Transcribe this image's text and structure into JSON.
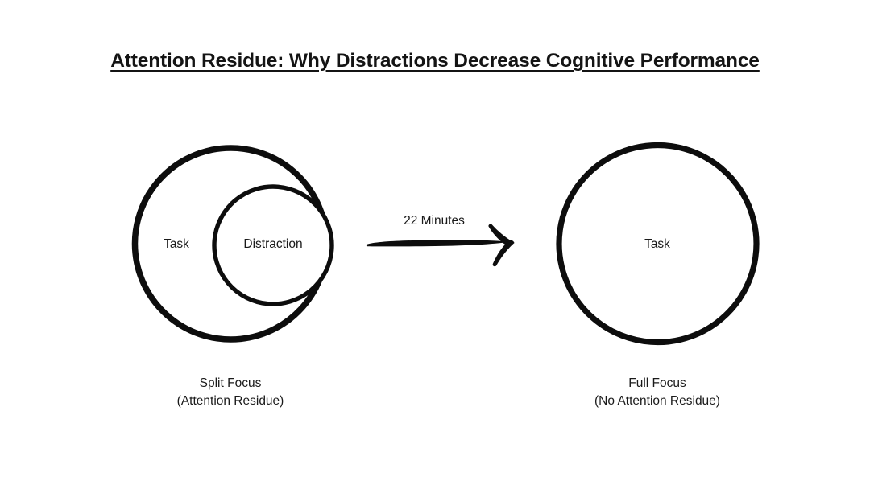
{
  "slide": {
    "background_color": "#ffffff",
    "ink_color": "#0d0d0d",
    "title": "Attention Residue: Why Distractions Decrease Cognitive Performance"
  },
  "diagram": {
    "type": "concept-diagram",
    "left_group": {
      "outer_circle_label": "Task",
      "inner_circle_label": "Distraction",
      "caption_line1": "Split Focus",
      "caption_line2": "(Attention Residue)"
    },
    "transition": {
      "arrow_label": "22 Minutes",
      "arrow_direction": "right"
    },
    "right_group": {
      "circle_label": "Task",
      "caption_line1": "Full Focus",
      "caption_line2": "(No Attention Residue)"
    }
  }
}
